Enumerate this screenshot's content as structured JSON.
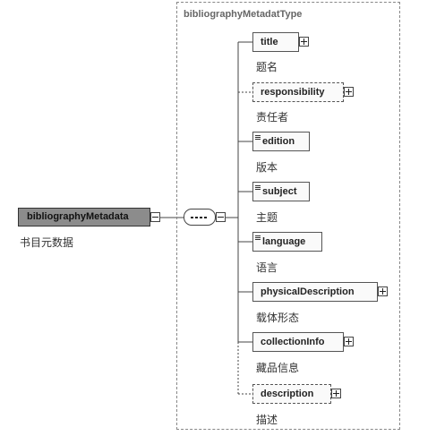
{
  "root": {
    "label": "bibliographyMetadata",
    "caption": "书目元数据"
  },
  "type_name": "bibliographyMetadatType",
  "children": [
    {
      "label": "title",
      "caption": "题名",
      "optional": false,
      "simple": false
    },
    {
      "label": "responsibility",
      "caption": "责任者",
      "optional": true,
      "simple": false
    },
    {
      "label": "edition",
      "caption": "版本",
      "optional": false,
      "simple": true
    },
    {
      "label": "subject",
      "caption": "主题",
      "optional": false,
      "simple": true
    },
    {
      "label": "language",
      "caption": "语言",
      "optional": false,
      "simple": true
    },
    {
      "label": "physicalDescription",
      "caption": "载体形态",
      "optional": false,
      "simple": false
    },
    {
      "label": "collectionInfo",
      "caption": "藏品信息",
      "optional": false,
      "simple": false
    },
    {
      "label": "description",
      "caption": "描述",
      "optional": true,
      "simple": false
    }
  ]
}
